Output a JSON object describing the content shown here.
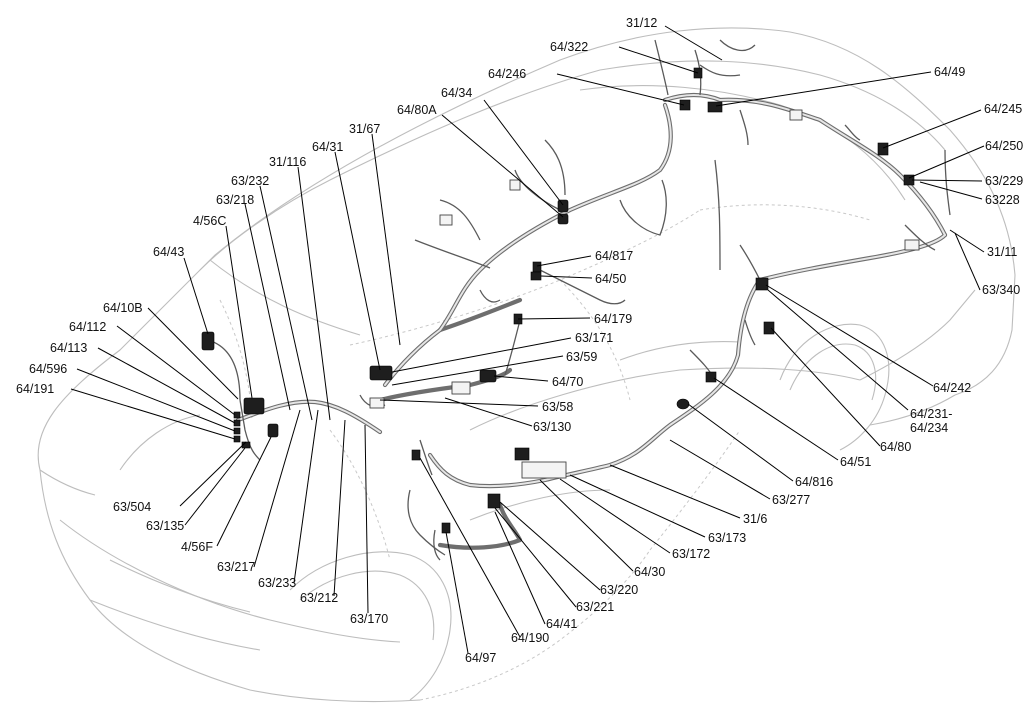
{
  "labels": {
    "l_31_12": "31/12",
    "l_64_322": "64/322",
    "l_64_246": "64/246",
    "l_64_49": "64/49",
    "l_64_34": "64/34",
    "l_64_80a": "64/80A",
    "l_64_245": "64/245",
    "l_31_67": "31/67",
    "l_64_31": "64/31",
    "l_64_250": "64/250",
    "l_31_116": "31/116",
    "l_63_229": "63/229",
    "l_63_232": "63/232",
    "l_63228": "63228",
    "l_63_218": "63/218",
    "l_4_56c": "4/56C",
    "l_31_11": "31/11",
    "l_64_43": "64/43",
    "l_64_817": "64/817",
    "l_64_50": "64/50",
    "l_63_340": "63/340",
    "l_64_10b": "64/10B",
    "l_64_179": "64/179",
    "l_64_112": "64/112",
    "l_63_171": "63/171",
    "l_64_113": "64/113",
    "l_63_59": "63/59",
    "l_64_596": "64/596",
    "l_64_70": "64/70",
    "l_64_242": "64/242",
    "l_64_191": "64/191",
    "l_63_58": "63/58",
    "l_64_231": "64/231-",
    "l_64_234": "64/234",
    "l_63_130": "63/130",
    "l_64_80": "64/80",
    "l_64_51": "64/51",
    "l_64_816": "64/816",
    "l_63_504": "63/504",
    "l_63_277": "63/277",
    "l_63_135": "63/135",
    "l_31_6": "31/6",
    "l_63_173": "63/173",
    "l_4_56f": "4/56F",
    "l_63_172": "63/172",
    "l_63_217": "63/217",
    "l_64_30": "64/30",
    "l_63_233": "63/233",
    "l_63_220": "63/220",
    "l_63_212": "63/212",
    "l_63_221": "63/221",
    "l_64_41": "64/41",
    "l_63_170": "63/170",
    "l_64_190": "64/190",
    "l_64_97": "64/97"
  }
}
